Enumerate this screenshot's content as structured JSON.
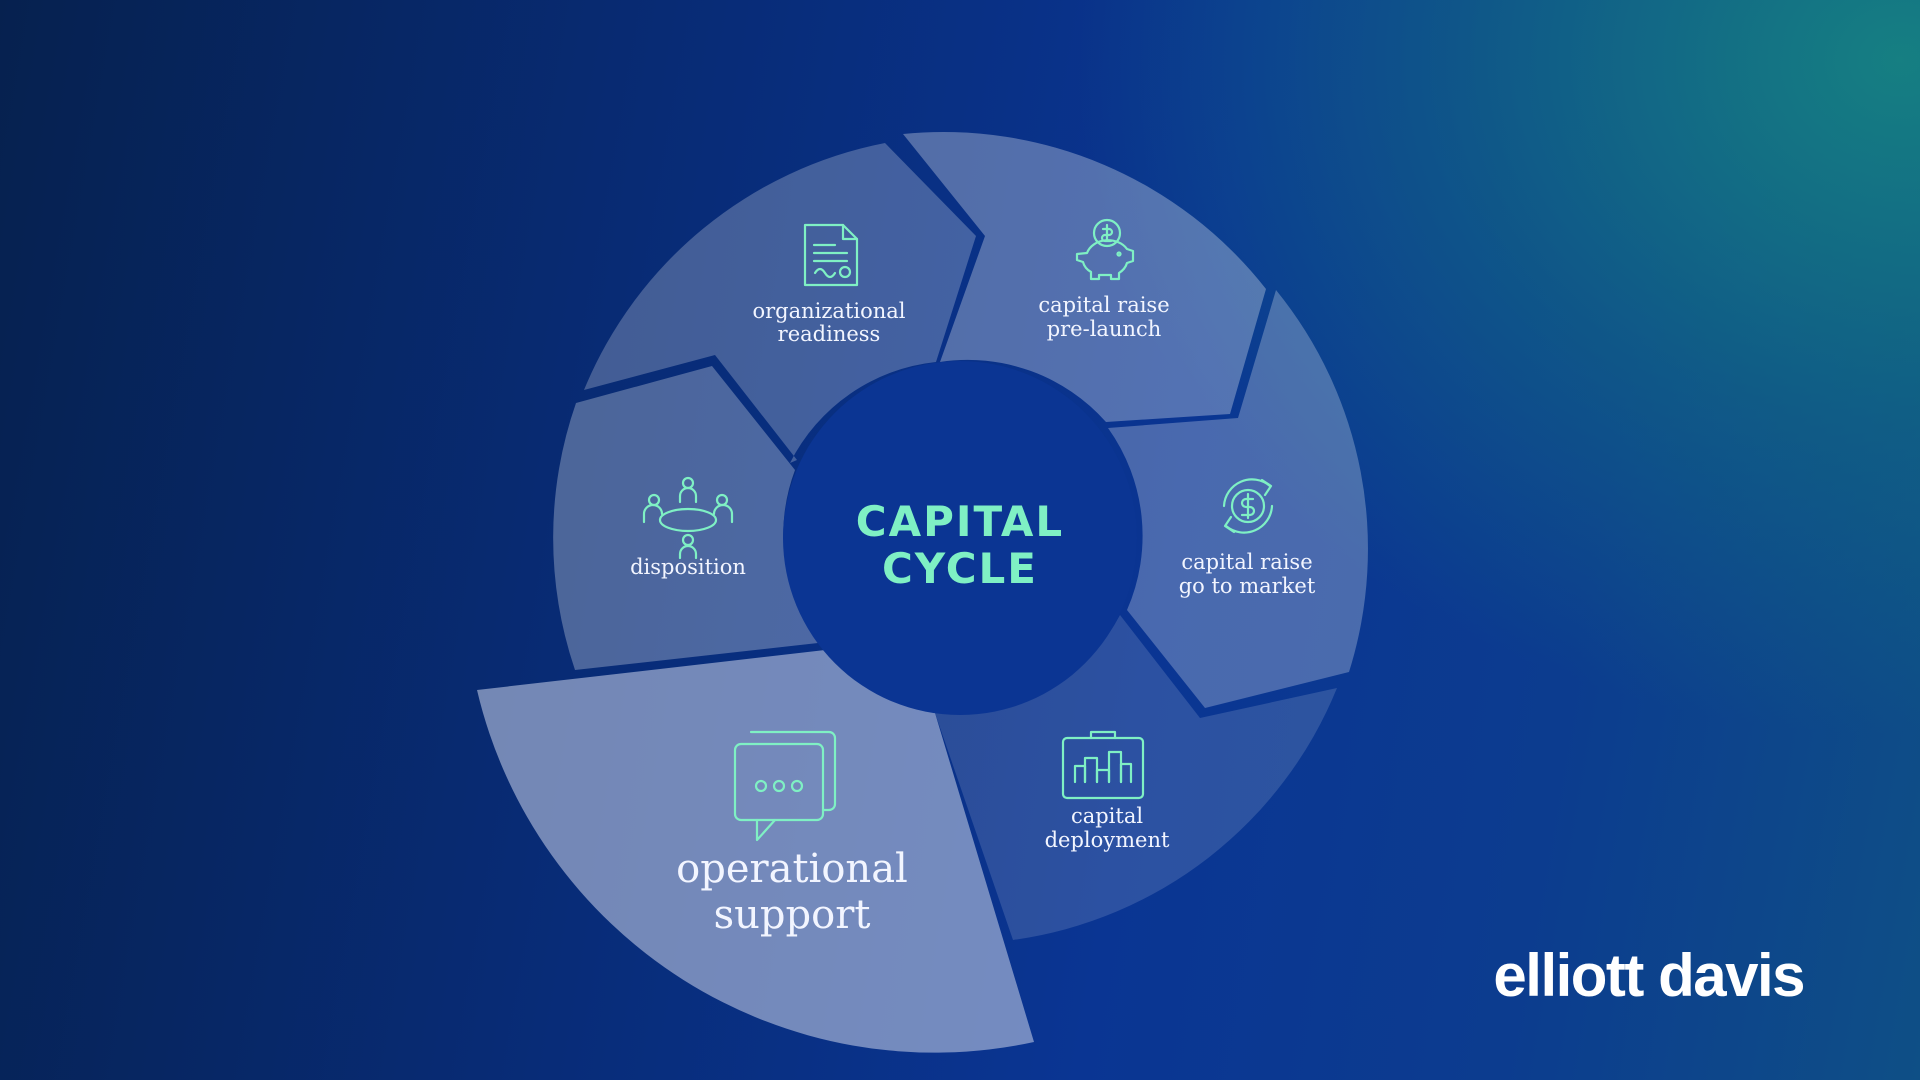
{
  "diagram": {
    "center": {
      "line1": "CAPITAL",
      "line2": "CYCLE"
    },
    "segments": [
      {
        "id": "organizational-readiness",
        "icon": "document-icon",
        "lines": [
          "organizational",
          "readiness"
        ]
      },
      {
        "id": "capital-raise-pre-launch",
        "icon": "piggy-bank-icon",
        "lines": [
          "capital raise",
          "pre-launch"
        ]
      },
      {
        "id": "capital-raise-go-to-market",
        "icon": "dollar-cycle-icon",
        "lines": [
          "capital raise",
          "go to market"
        ]
      },
      {
        "id": "capital-deployment",
        "icon": "briefcase-chart-icon",
        "lines": [
          "capital",
          "deployment"
        ]
      },
      {
        "id": "operational-support",
        "icon": "chat-bubbles-icon",
        "lines": [
          "operational",
          "support"
        ],
        "highlighted": true
      },
      {
        "id": "disposition",
        "icon": "meeting-table-icon",
        "lines": [
          "disposition"
        ]
      }
    ]
  },
  "brand": {
    "name": "elliott davis"
  },
  "colors": {
    "accent": "#7ff0c4",
    "text": "#f2f5ff",
    "center_fill": "#0b3593",
    "segment_fill": "#8fa6d6",
    "highlight_fill": "#a9b6d6"
  }
}
